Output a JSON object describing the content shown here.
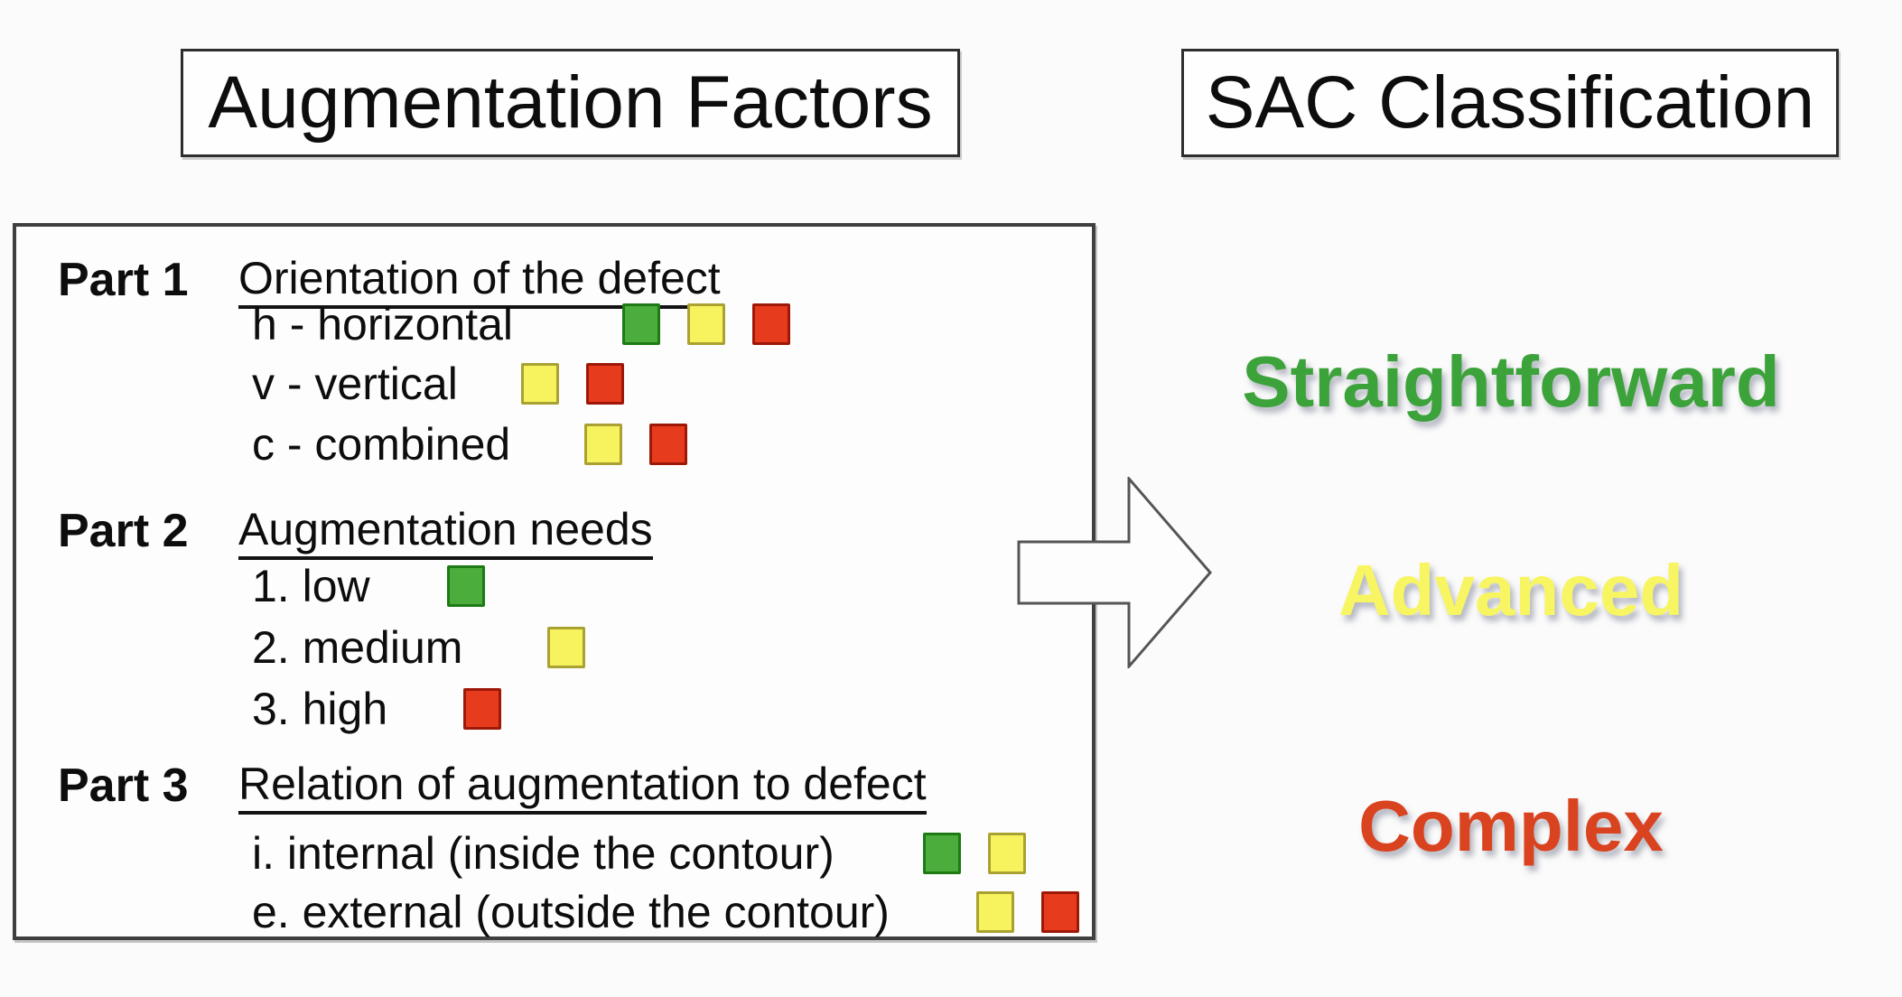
{
  "titles": {
    "left": "Augmentation Factors",
    "right": "SAC Classification"
  },
  "panel": {
    "parts": [
      {
        "label": "Part 1",
        "heading": "Orientation of the defect",
        "items": [
          {
            "text": "h - horizontal",
            "squares": [
              "green",
              "yellow",
              "red"
            ]
          },
          {
            "text": "v - vertical",
            "squares": [
              "yellow",
              "red"
            ]
          },
          {
            "text": "c - combined",
            "squares": [
              "yellow",
              "red"
            ]
          }
        ]
      },
      {
        "label": "Part 2",
        "heading": "Augmentation needs",
        "items": [
          {
            "text": "1. low",
            "squares": [
              "green"
            ]
          },
          {
            "text": "2. medium",
            "squares": [
              "yellow"
            ]
          },
          {
            "text": "3. high",
            "squares": [
              "red"
            ]
          }
        ]
      },
      {
        "label": "Part 3",
        "heading": "Relation of augmentation to defect",
        "items": [
          {
            "text": "i. internal (inside the contour)",
            "squares": [
              "green",
              "yellow"
            ]
          },
          {
            "text": "e. external (outside the contour)",
            "squares": [
              "yellow",
              "red"
            ]
          }
        ]
      }
    ]
  },
  "classifications": [
    {
      "label": "Straightforward",
      "color": "#3ca23a"
    },
    {
      "label": "Advanced",
      "color": "#f8f562"
    },
    {
      "label": "Complex",
      "color": "#d9431f"
    }
  ],
  "colors": {
    "square_fill": {
      "green": "#4bad3c",
      "yellow": "#f6f35e",
      "red": "#e73b1e"
    },
    "square_border": {
      "green": "#1e7a14",
      "yellow": "#a9a232",
      "red": "#9e1808"
    },
    "box_border": "#3f3f3f",
    "text": "#0d0d0d",
    "background": "#fbfbfb"
  }
}
